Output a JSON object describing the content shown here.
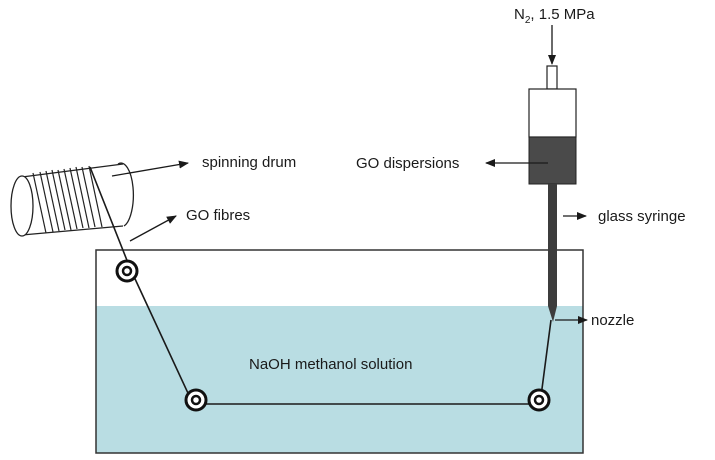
{
  "diagram": {
    "title": "Wet-spinning setup for GO fibres",
    "labels": {
      "gas_main": "N",
      "gas_sub": "2",
      "gas_rest": ", 1.5 MPa",
      "spinning_drum": "spinning drum",
      "go_fibres": "GO fibres",
      "go_dispersions": "GO dispersions",
      "glass_syringe": "glass syringe",
      "nozzle": "nozzle",
      "bath": "NaOH methanol solution"
    },
    "colors": {
      "solution": "#b9dde3",
      "dispersion": "#4a4a4a",
      "syringe_tube": "#3c3c3c",
      "line": "#1a1a1a"
    }
  }
}
